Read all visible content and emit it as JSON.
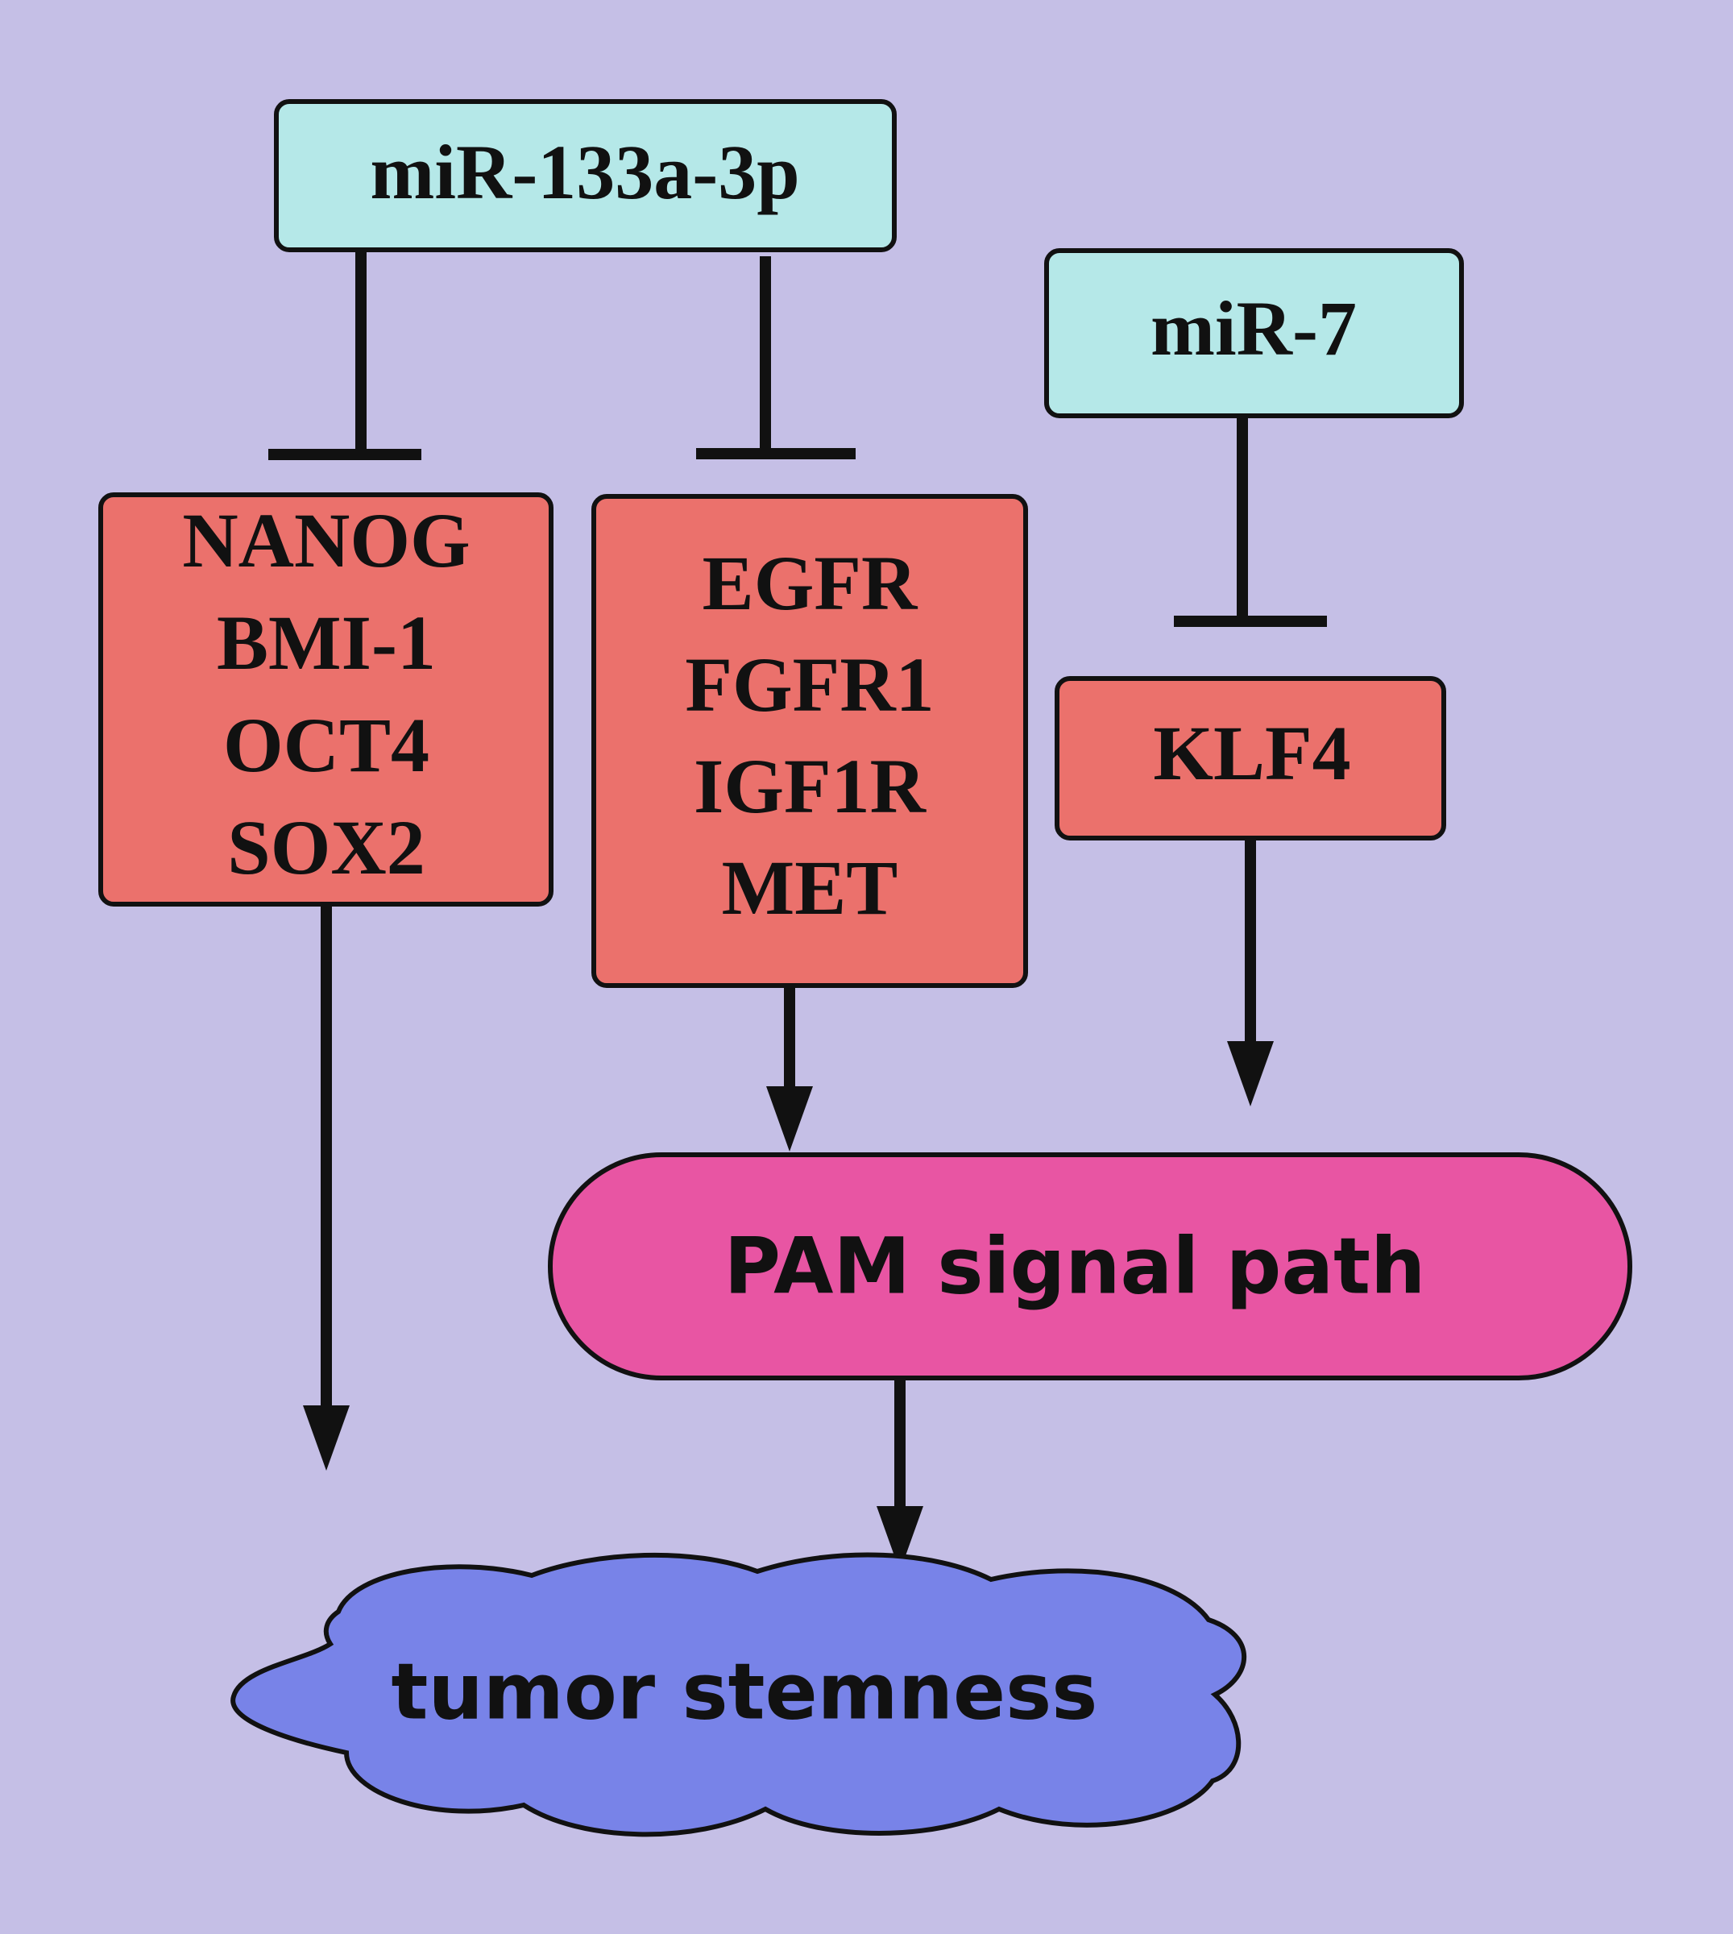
{
  "colors": {
    "background": "#c5bfe6",
    "mirna_box": "#b5e8e8",
    "target_box": "#eb716c",
    "pathway_box": "#e855a3",
    "outcome_cloud": "#7883e8",
    "line": "#111111"
  },
  "nodes": {
    "mir133": {
      "label": "miR-133a-3p"
    },
    "mir7": {
      "label": "miR-7"
    },
    "stemness_targets": {
      "lines": [
        "NANOG",
        "BMI-1",
        "OCT4",
        "SOX2"
      ]
    },
    "receptor_targets": {
      "lines": [
        "EGFR",
        "FGFR1",
        "IGF1R",
        "MET"
      ]
    },
    "klf4": {
      "label": "KLF4"
    },
    "pam": {
      "label": "PAM signal path"
    },
    "stemness": {
      "label": "tumor stemness"
    }
  },
  "edges": [
    {
      "from": "mir133",
      "to": "stemness_targets",
      "type": "inhibition"
    },
    {
      "from": "mir133",
      "to": "receptor_targets",
      "type": "inhibition"
    },
    {
      "from": "mir7",
      "to": "klf4",
      "type": "inhibition"
    },
    {
      "from": "stemness_targets",
      "to": "stemness",
      "type": "activation"
    },
    {
      "from": "receptor_targets",
      "to": "pam",
      "type": "activation"
    },
    {
      "from": "klf4",
      "to": "pam",
      "type": "activation"
    },
    {
      "from": "pam",
      "to": "stemness",
      "type": "activation"
    }
  ]
}
